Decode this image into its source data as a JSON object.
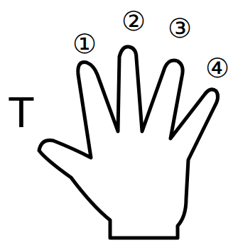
{
  "diagram": {
    "labels": [
      "T",
      "①",
      "②",
      "③",
      "④"
    ]
  }
}
